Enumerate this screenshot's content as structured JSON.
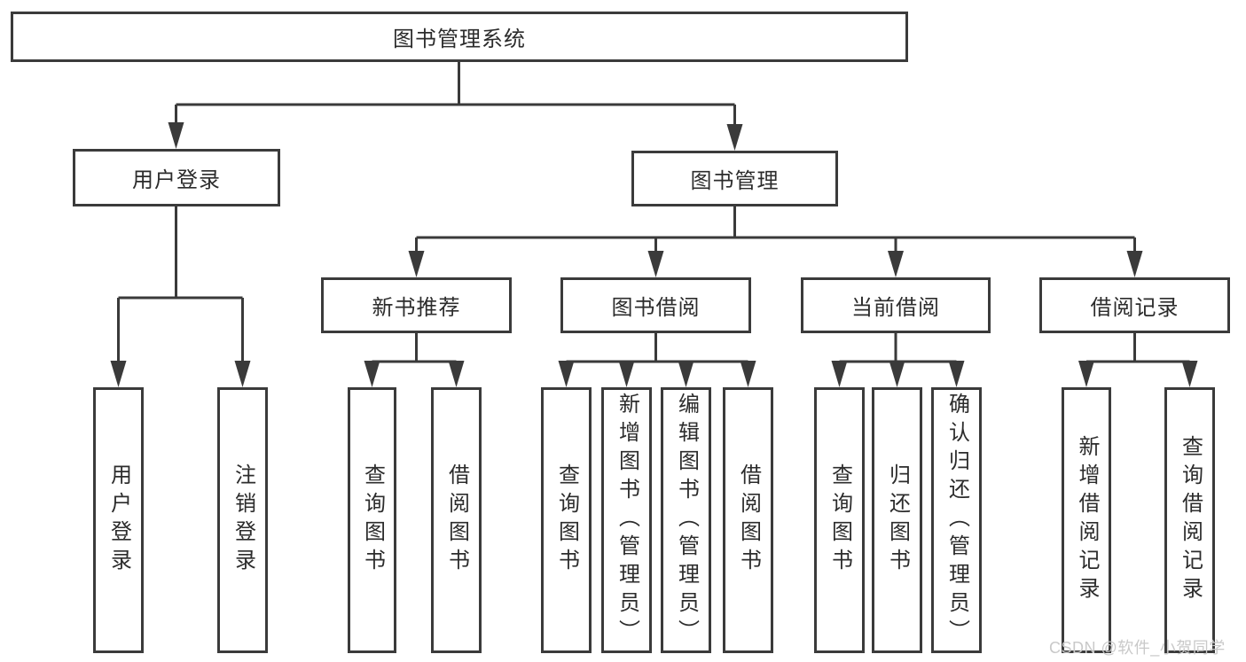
{
  "diagram": {
    "root": {
      "label": "图书管理系统"
    },
    "level2": [
      {
        "label": "用户登录"
      },
      {
        "label": "图书管理"
      }
    ],
    "level3": [
      {
        "label": "新书推荐",
        "parent": "图书管理"
      },
      {
        "label": "图书借阅",
        "parent": "图书管理"
      },
      {
        "label": "当前借阅",
        "parent": "图书管理"
      },
      {
        "label": "借阅记录",
        "parent": "图书管理"
      }
    ],
    "leaves": [
      {
        "label": "用户登录",
        "parent": "用户登录"
      },
      {
        "label": "注销登录",
        "parent": "用户登录"
      },
      {
        "label": "查询图书",
        "parent": "新书推荐"
      },
      {
        "label": "借阅图书",
        "parent": "新书推荐"
      },
      {
        "label": "查询图书",
        "parent": "图书借阅"
      },
      {
        "label": "新增图书（管理员）",
        "parent": "图书借阅"
      },
      {
        "label": "编辑图书（管理员）",
        "parent": "图书借阅"
      },
      {
        "label": "借阅图书",
        "parent": "图书借阅"
      },
      {
        "label": "查询图书",
        "parent": "当前借阅"
      },
      {
        "label": "归还图书",
        "parent": "当前借阅"
      },
      {
        "label": "确认归还（管理员）",
        "parent": "当前借阅"
      },
      {
        "label": "新增借阅记录",
        "parent": "借阅记录"
      },
      {
        "label": "查询借阅记录",
        "parent": "借阅记录"
      }
    ]
  },
  "watermark": {
    "text": "CSDN @软件_小贺同学"
  },
  "colors": {
    "line": "#3a3a3a",
    "border": "#3b3b3b",
    "text": "#2c2c2c",
    "watermark": "#c9c9c9",
    "background": "#ffffff"
  }
}
